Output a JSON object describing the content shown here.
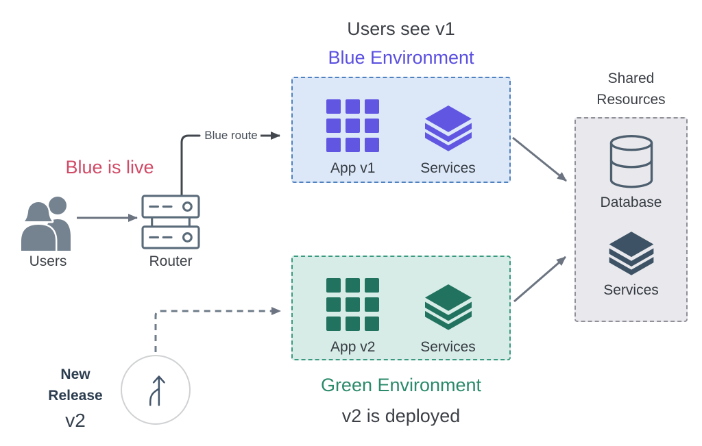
{
  "diagram": {
    "type": "blue-green-deployment",
    "colors": {
      "blue_accent": "#5a4fe0",
      "purple_icon": "#6156e2",
      "blue_box_fill": "#dce8f8",
      "blue_box_border": "#4f81be",
      "green_accent": "#2b8a6b",
      "green_icon": "#21735f",
      "green_box_fill": "#d8ece7",
      "green_box_border": "#38997f",
      "shared_box_fill": "#e9e9ed",
      "shared_box_border": "#8f9098",
      "red_status": "#d14a66",
      "slate_icon": "#3e5265",
      "arrow_gray": "#6b7480",
      "arrow_dark": "#42474d",
      "text_dark": "#3c4046"
    },
    "icons": {
      "users": "two-person-silhouette",
      "router": "stacked-router-servers",
      "app": "grid-3x3-squares",
      "services": "stacked-layers",
      "database": "cylinder",
      "new_release": "branch-arrow-in-circle"
    }
  },
  "top": {
    "users_see": "Users see v1",
    "blue_env": "Blue Environment"
  },
  "blue_box": {
    "app_label": "App v1",
    "services_label": "Services"
  },
  "green_box": {
    "app_label": "App v2",
    "services_label": "Services"
  },
  "green_captions": {
    "env": "Green Environment",
    "deployed": "v2 is deployed"
  },
  "shared": {
    "title_line1": "Shared",
    "title_line2": "Resources",
    "database_label": "Database",
    "services_label": "Services"
  },
  "left_side": {
    "status": "Blue is live",
    "users": "Users",
    "router": "Router",
    "route": "Blue route"
  },
  "release": {
    "word1": "New",
    "word2": "Release",
    "version": "v2"
  }
}
